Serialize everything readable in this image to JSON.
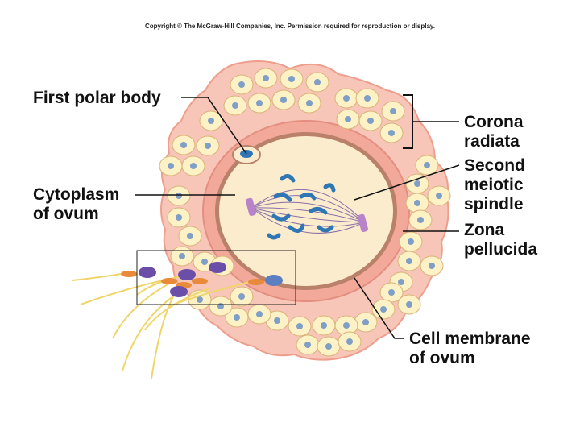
{
  "copyright": "Copyright © The McGraw-Hill Companies, Inc. Permission required for reproduction or display.",
  "labels": {
    "first_polar_body": "First polar body",
    "cytoplasm": [
      "Cytoplasm",
      "of ovum"
    ],
    "corona_radiata": [
      "Corona",
      "radiata"
    ],
    "second_meiotic_spindle": [
      "Second",
      "meiotic",
      "spindle"
    ],
    "zona_pellucida": [
      "Zona",
      "pellucida"
    ],
    "cell_membrane": [
      "Cell membrane",
      "of ovum"
    ]
  },
  "colors": {
    "corona": "#f7c6b8",
    "corona_edge": "#ee9e8c",
    "zona": "#f2a99a",
    "ovum_cytoplasm": "#fbeccd",
    "cell_membrane": "#b9806a",
    "follicle_cell": "#fdf1c6",
    "nucleus": "#7f9fc6",
    "chromosome": "#2f76b5",
    "spindle": "#8a6fa8",
    "sperm_tail": "#f0d66a",
    "acrosome": "#e88a3a",
    "sperm_head": "#6a4ea8"
  }
}
